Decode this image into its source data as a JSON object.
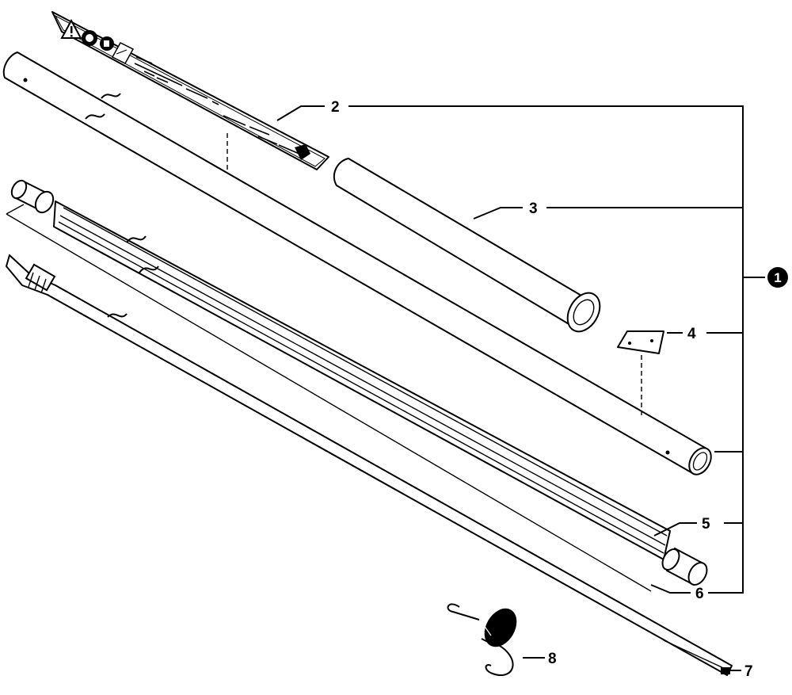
{
  "callouts": [
    {
      "id": "part-2",
      "label": "2"
    },
    {
      "id": "part-3",
      "label": "3"
    },
    {
      "id": "part-4",
      "label": "4"
    },
    {
      "id": "part-5",
      "label": "5"
    },
    {
      "id": "part-6",
      "label": "6"
    },
    {
      "id": "part-7",
      "label": "7"
    },
    {
      "id": "part-8",
      "label": "8"
    }
  ],
  "assembly": {
    "label": "1"
  },
  "colors": {
    "ink": "#000000",
    "paper": "#ffffff",
    "label_bg": "#e8e8e8"
  },
  "icons": [
    "warning-triangle-icon",
    "eye-ear-protection-icon",
    "manual-icon"
  ]
}
